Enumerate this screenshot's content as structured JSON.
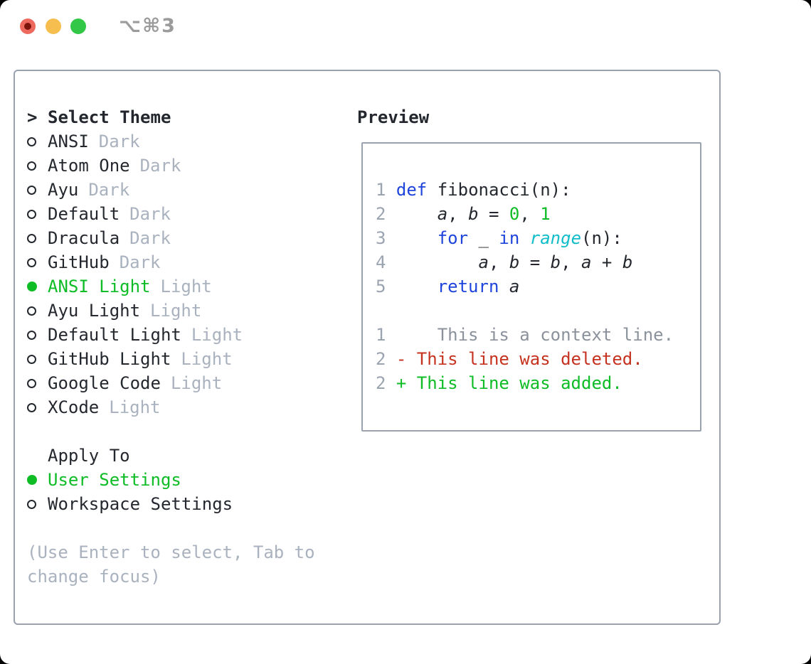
{
  "window": {
    "title": "⌥⌘3",
    "traffic_lights": [
      {
        "name": "close",
        "has_unsaved_dot": true
      },
      {
        "name": "minimize",
        "has_unsaved_dot": false
      },
      {
        "name": "zoom",
        "has_unsaved_dot": false
      }
    ]
  },
  "theme_panel": {
    "header": {
      "prompt": ">",
      "label": "Select Theme"
    },
    "themes": [
      {
        "label": "ANSI",
        "variant": "Dark",
        "selected": false
      },
      {
        "label": "Atom One",
        "variant": "Dark",
        "selected": false
      },
      {
        "label": "Ayu",
        "variant": "Dark",
        "selected": false
      },
      {
        "label": "Default",
        "variant": "Dark",
        "selected": false
      },
      {
        "label": "Dracula",
        "variant": "Dark",
        "selected": false
      },
      {
        "label": "GitHub",
        "variant": "Dark",
        "selected": false
      },
      {
        "label": "ANSI Light",
        "variant": "Light",
        "selected": true
      },
      {
        "label": "Ayu Light",
        "variant": "Light",
        "selected": false
      },
      {
        "label": "Default Light",
        "variant": "Light",
        "selected": false
      },
      {
        "label": "GitHub Light",
        "variant": "Light",
        "selected": false
      },
      {
        "label": "Google Code",
        "variant": "Light",
        "selected": false
      },
      {
        "label": "XCode",
        "variant": "Light",
        "selected": false
      }
    ],
    "apply_to": {
      "label": "Apply To",
      "options": [
        {
          "label": "User Settings",
          "selected": true
        },
        {
          "label": "Workspace Settings",
          "selected": false
        }
      ]
    },
    "hint_lines": [
      "(Use Enter to select, Tab to",
      "change focus)"
    ]
  },
  "preview": {
    "header": "Preview",
    "lines": [
      {
        "no": "1",
        "seg": [
          {
            "t": "def",
            "c": "kw"
          },
          {
            "t": " fibonacci(n):",
            "c": ""
          }
        ]
      },
      {
        "no": "2",
        "seg": [
          {
            "t": "    ",
            "c": ""
          },
          {
            "t": "a",
            "c": "var"
          },
          {
            "t": ", ",
            "c": ""
          },
          {
            "t": "b",
            "c": "var"
          },
          {
            "t": " = ",
            "c": ""
          },
          {
            "t": "0",
            "c": "num"
          },
          {
            "t": ", ",
            "c": ""
          },
          {
            "t": "1",
            "c": "num"
          }
        ]
      },
      {
        "no": "3",
        "seg": [
          {
            "t": "    ",
            "c": ""
          },
          {
            "t": "for",
            "c": "kw"
          },
          {
            "t": " _ ",
            "c": ""
          },
          {
            "t": "in",
            "c": "kw"
          },
          {
            "t": " ",
            "c": ""
          },
          {
            "t": "range",
            "c": "builtin"
          },
          {
            "t": "(n):",
            "c": ""
          }
        ]
      },
      {
        "no": "4",
        "seg": [
          {
            "t": "        ",
            "c": ""
          },
          {
            "t": "a",
            "c": "var"
          },
          {
            "t": ", ",
            "c": ""
          },
          {
            "t": "b",
            "c": "var"
          },
          {
            "t": " = ",
            "c": ""
          },
          {
            "t": "b",
            "c": "var"
          },
          {
            "t": ", ",
            "c": ""
          },
          {
            "t": "a",
            "c": "var"
          },
          {
            "t": " + ",
            "c": ""
          },
          {
            "t": "b",
            "c": "var"
          }
        ]
      },
      {
        "no": "5",
        "seg": [
          {
            "t": "    ",
            "c": ""
          },
          {
            "t": "return",
            "c": "kw"
          },
          {
            "t": " ",
            "c": ""
          },
          {
            "t": "a",
            "c": "var"
          }
        ]
      },
      {
        "no": "",
        "seg": []
      },
      {
        "no": "1",
        "seg": [
          {
            "t": "    This is a context line.",
            "c": "ctx"
          }
        ]
      },
      {
        "no": "2",
        "seg": [
          {
            "t": "- This line was deleted.",
            "c": "del"
          }
        ]
      },
      {
        "no": "2",
        "seg": [
          {
            "t": "+ This line was added.",
            "c": "add"
          }
        ]
      }
    ]
  },
  "colors": {
    "text": "#24282E",
    "muted": "#A9B2BE",
    "green": "#0EBC26",
    "kw": "#1E44DC",
    "builtin": "#12BDCA",
    "num": "#0EBC26",
    "del": "#C5321F",
    "ctx": "#8B929B",
    "lineno": "#9AA3B0",
    "border": "#9AA2AE",
    "title_gray": "#9B9B9B",
    "tl_red": "#EE6A5F",
    "tl_red_dot": "#7E150C",
    "tl_yellow": "#F5BE4F",
    "tl_green": "#33C748"
  }
}
